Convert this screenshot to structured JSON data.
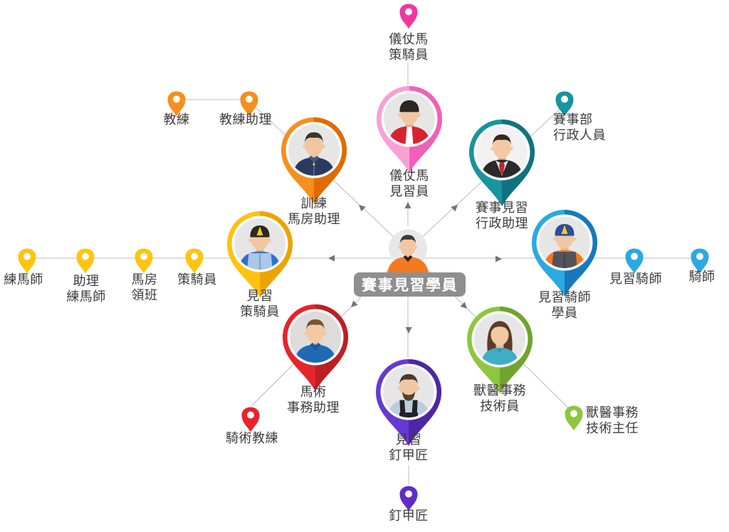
{
  "center": {
    "label": "賽事見習學員",
    "badge_color": "#8F8F8F",
    "avatar": "racing-trainee"
  },
  "branches": [
    {
      "id": "ceremonial-horse",
      "direction": "up",
      "colors": {
        "pin": "#F9A0D4",
        "pin_dark": "#F25FB8",
        "step_pin": "#F037A0"
      },
      "main_role": {
        "label": "儀仗馬\n見習員",
        "avatar": "ceremonial-horse-trainee"
      },
      "steps": [
        {
          "label": "儀仗馬\n策騎員"
        }
      ]
    },
    {
      "id": "racing-administration",
      "direction": "up-right",
      "colors": {
        "pin": "#17949F",
        "pin_dark": "#0F727E",
        "step_pin": "#17949F"
      },
      "main_role": {
        "label": "賽事見習\n行政助理",
        "avatar": "racing-admin-trainee"
      },
      "steps": [
        {
          "label": "賽事部\n行政人員"
        }
      ]
    },
    {
      "id": "jockey",
      "direction": "right",
      "colors": {
        "pin": "#2AA9E2",
        "pin_dark": "#1878BE",
        "step_pin": "#2AA9E2"
      },
      "main_role": {
        "label": "見習騎師\n學員",
        "avatar": "apprentice-jockey"
      },
      "steps": [
        {
          "label": "見習騎師"
        },
        {
          "label": "騎師"
        }
      ]
    },
    {
      "id": "veterinary",
      "direction": "down-right",
      "colors": {
        "pin": "#8DC63F",
        "pin_dark": "#6FA42D",
        "step_pin": "#8DC63F"
      },
      "main_role": {
        "label": "獸醫事務\n技術員",
        "avatar": "vet-technician"
      },
      "steps": [
        {
          "label": "獸醫事務\n技術主任"
        }
      ]
    },
    {
      "id": "farrier",
      "direction": "down",
      "colors": {
        "pin": "#6639D2",
        "pin_dark": "#4E27A3",
        "step_pin": "#5F2EC9"
      },
      "main_role": {
        "label": "見習\n釘甲匠",
        "avatar": "apprentice-farrier"
      },
      "steps": [
        {
          "label": "釘甲匠"
        }
      ]
    },
    {
      "id": "equine-affairs",
      "direction": "down-left",
      "colors": {
        "pin": "#E6242B",
        "pin_dark": "#BD1F24",
        "step_pin": "#E6242B"
      },
      "main_role": {
        "label": "馬術\n事務助理",
        "avatar": "equine-affairs-assistant"
      },
      "steps": [
        {
          "label": "騎術教練"
        }
      ]
    },
    {
      "id": "work-rider",
      "direction": "left",
      "colors": {
        "pin": "#FFC20E",
        "pin_dark": "#ECA400",
        "step_pin": "#FFC40F"
      },
      "main_role": {
        "label": "見習\n策騎員",
        "avatar": "apprentice-work-rider"
      },
      "steps": [
        {
          "label": "策騎員"
        },
        {
          "label": "馬房\n領班"
        },
        {
          "label": "助理\n練馬師"
        },
        {
          "label": "練馬師"
        }
      ]
    },
    {
      "id": "training-stables",
      "direction": "up-left",
      "colors": {
        "pin": "#F78E1E",
        "pin_dark": "#E26B00",
        "step_pin": "#F78E1E"
      },
      "main_role": {
        "label": "訓練\n馬房助理",
        "avatar": "training-stable-assistant"
      },
      "steps": [
        {
          "label": "教練助理"
        },
        {
          "label": "教練"
        }
      ]
    }
  ],
  "avatars": {
    "racing-trainee": {
      "type": "male",
      "hair": "#3B3B3B",
      "skin": "#F1C7A3",
      "shirt": "#F4791F",
      "collar": "#26221F",
      "bg": "#E8E8E8"
    },
    "ceremonial-horse-trainee": {
      "type": "male",
      "helmet": "#2B2725",
      "skin": "#F1C7A3",
      "shirt": "#D8232E",
      "tie_strip": "#FFFFFF",
      "bg": "#E6E6E6"
    },
    "racing-admin-trainee": {
      "type": "male",
      "hair": "#33261B",
      "skin": "#F2C9A4",
      "suit": "#2A2A2A",
      "shirt_inner": "#D9E9F6",
      "tie": "#C1272D",
      "bg": "#F1F1F1"
    },
    "apprentice-jockey": {
      "type": "male",
      "helmet": "#2C4C9C",
      "helmet_accent": "#F7CE17",
      "skin": "#F1C7A3",
      "shirt": "#F4791F",
      "vest": "#54525B",
      "bg": "#E6E6E6"
    },
    "vet-technician": {
      "type": "female",
      "hair": "#5E3B26",
      "skin": "#F2C9A4",
      "shirt": "#3FAEC2",
      "bg": "#E6E6E6"
    },
    "apprentice-farrier": {
      "type": "male",
      "hair": "#4A3829",
      "beard": "#57422E",
      "skin": "#F1C7A3",
      "shirt": "#B9CDE0",
      "apron": "#232026",
      "bg": "#E6E6E6"
    },
    "equine-affairs-assistant": {
      "type": "male",
      "hair": "#7A5336",
      "skin": "#F2C9A4",
      "shirt": "#2069B4",
      "collar": "#185A9C",
      "bg": "#DEDCDA"
    },
    "apprentice-work-rider": {
      "type": "male",
      "helmet": "#2B2724",
      "helmet_accent": "#F7CE17",
      "skin": "#F1C7A3",
      "shirt": "#2E6FD0",
      "vest": "#A9C9E8",
      "bg": "#E6E6E6"
    },
    "training-stable-assistant": {
      "type": "male",
      "hair": "#3A332C",
      "skin": "#F1C7A3",
      "shirt": "#2A3A5E",
      "collar": "#44587E",
      "zipper": "#5E7298",
      "zip_dot": "#F7CE17",
      "bg": "#E6E6E6"
    }
  },
  "style": {
    "line_color": "#BBBBBB",
    "arrow_color": "#737373"
  }
}
